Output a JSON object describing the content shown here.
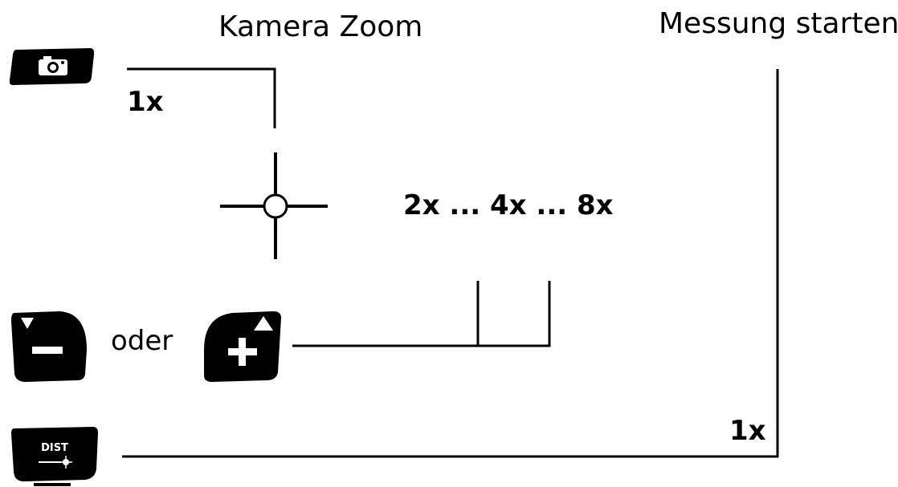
{
  "labels": {
    "camera_zoom": "Kamera Zoom",
    "start_measurement": "Messung starten",
    "camera_presses": "1x",
    "zoom_steps": "2x ... 4x ... 8x",
    "or": "oder",
    "dist_presses": "1x"
  },
  "keys": {
    "camera": {
      "icon": "camera-icon"
    },
    "minus": {
      "icon": "minus-icon"
    },
    "plus": {
      "icon": "plus-icon"
    },
    "dist": {
      "label": "DIST",
      "icon": "laser-icon"
    }
  },
  "colors": {
    "ink": "#000000",
    "background": "#ffffff"
  }
}
